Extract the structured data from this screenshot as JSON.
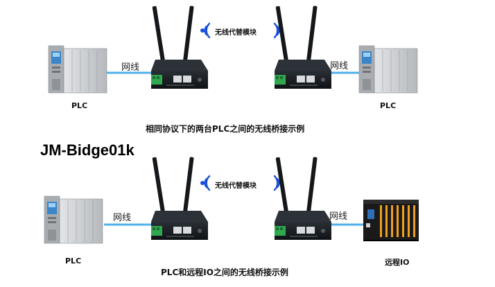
{
  "top": {
    "wireless_label": "无线代替模块",
    "left_cable_label": "网线",
    "right_cable_label": "网线",
    "left_device_label": "PLC",
    "right_device_label": "PLC",
    "caption": "相同协议下的两台PLC之间的无线桥接示例"
  },
  "model_name": "JM-Bidge01k",
  "bottom": {
    "wireless_label": "无线代替模块",
    "left_cable_label": "网线",
    "right_cable_label": "网线",
    "left_device_label": "PLC",
    "right_device_label": "远程IO",
    "caption": "PLC和远程IO之间的无线桥接示例"
  },
  "colors": {
    "cable": "#4fb0ec",
    "wifi": "#1a4fd8",
    "router_body": "#1c2024",
    "terminal_green": "#2fa84f",
    "plc_body": "#c9ccd0",
    "plc_screen": "#3a86c8",
    "io_body": "#1a1a1a",
    "io_accent": "#f0a020"
  }
}
